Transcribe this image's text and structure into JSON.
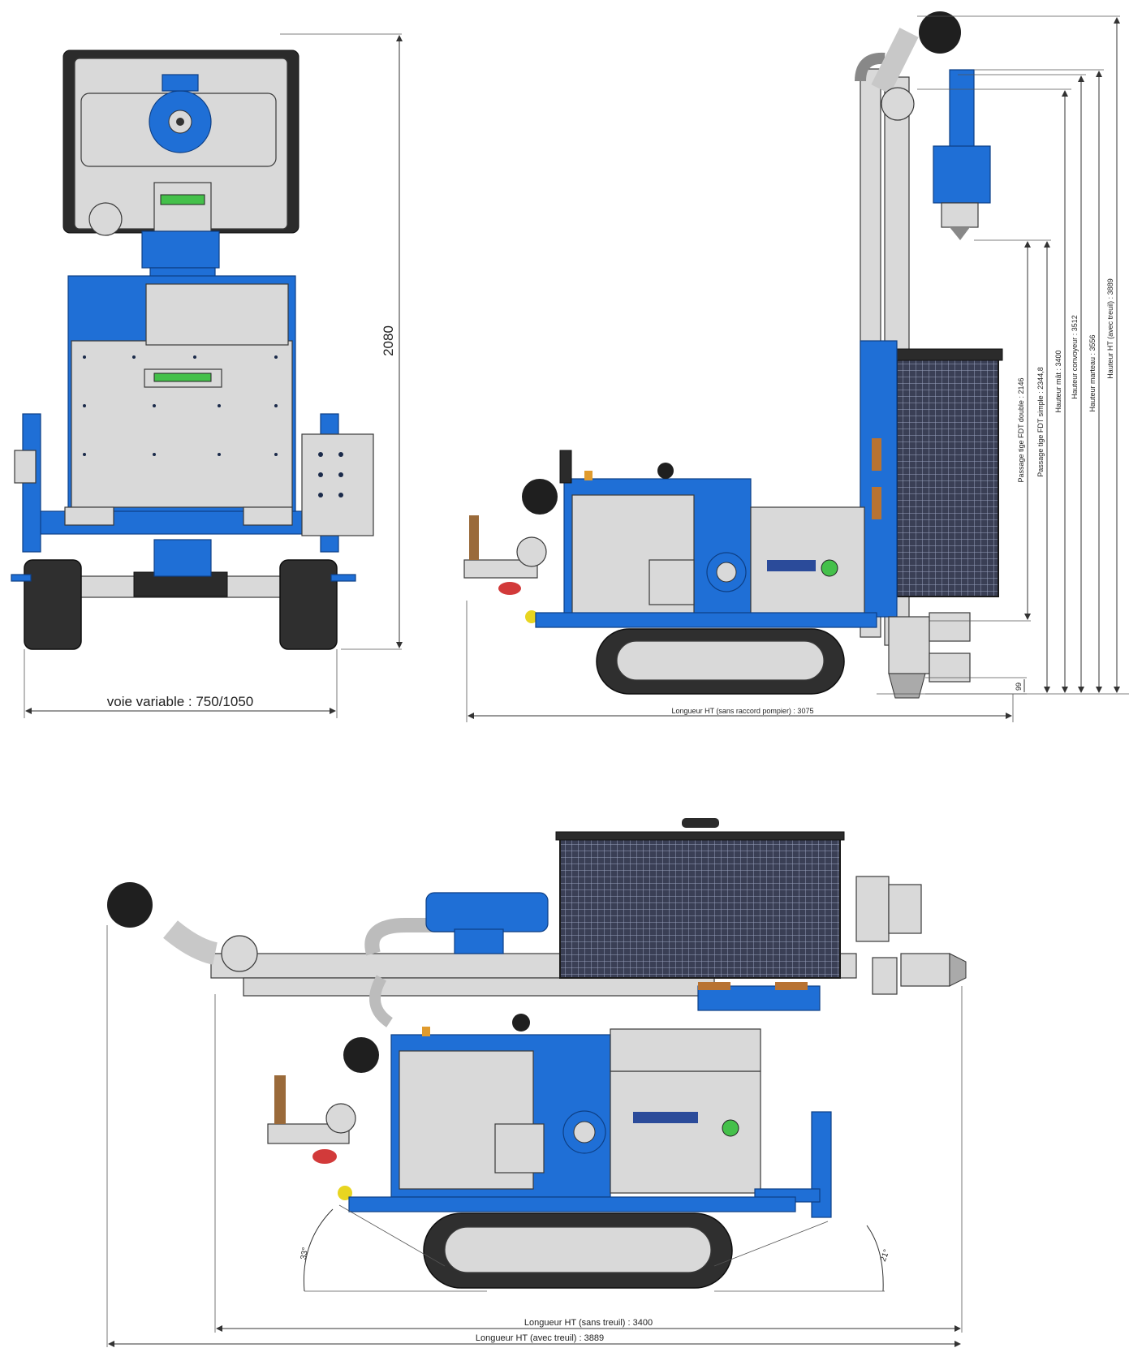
{
  "views": {
    "front": {
      "dim_height": "2080",
      "dim_track": "voie variable : 750/1050"
    },
    "side_upright": {
      "dim_length": "Longueur HT (sans raccord pompier) : 3075",
      "dim_ground": "99",
      "dim_fdt_double": "Passage tige FDT double : 2146",
      "dim_fdt_simple": "Passage tige FDT simple : 2344,8",
      "dim_mast": "Hauteur mât : 3400",
      "dim_conveyor": "Hauteur convoyeur : 3512",
      "dim_hammer": "Hauteur marteau : 3556",
      "dim_total_height": "Hauteur HT (avec treuil) : 3889"
    },
    "side_transport": {
      "angle_front": "33°",
      "angle_rear": "21°",
      "dim_len_no_winch": "Longueur HT (sans treuil) : 3400",
      "dim_len_winch": "Longueur HT (avec treuil) : 3889"
    }
  },
  "colors": {
    "machine_blue": "#1f6fd6",
    "panel_gray": "#d9d9d9",
    "track_dark": "#2f2f2f",
    "dimension_line": "#333333"
  }
}
